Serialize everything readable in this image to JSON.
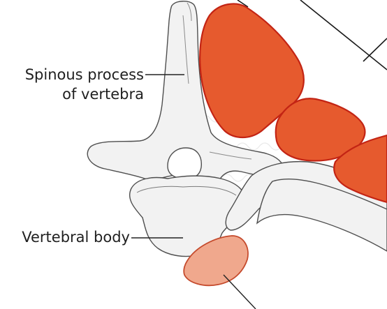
{
  "labels": {
    "spinous_process_line1": "Spinous process",
    "spinous_process_line2": "of vertebra",
    "vertebral_body": "Vertebral body"
  },
  "colors": {
    "muscle_fill": "#e65a2e",
    "muscle_outline": "#c32414",
    "bone_fill": "#f2f2f2",
    "bone_outline": "#505050",
    "pale_structure_fill": "#f0a88d",
    "pale_structure_outline": "#c54a2c",
    "background_text": "#e6e6e6",
    "leader_line": "#222222"
  }
}
